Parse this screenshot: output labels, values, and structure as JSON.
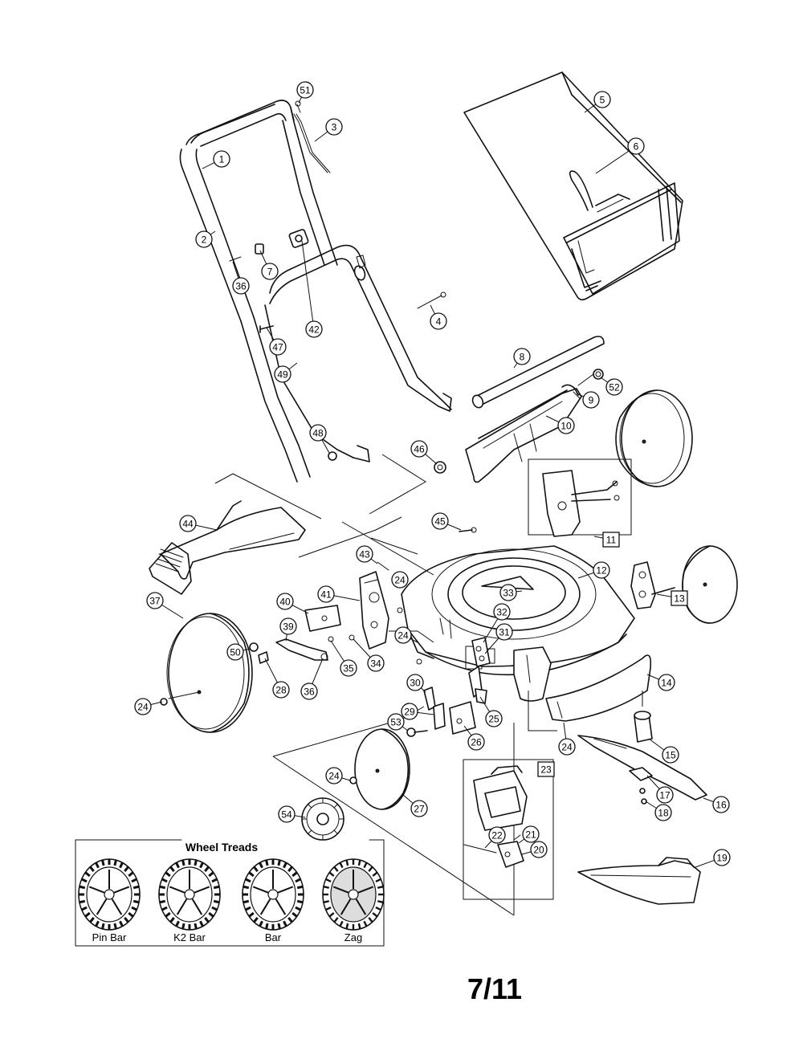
{
  "callouts": [
    {
      "id": "c51",
      "label": "51",
      "shape": "circle"
    },
    {
      "id": "c3",
      "label": "3",
      "shape": "circle"
    },
    {
      "id": "c1",
      "label": "1",
      "shape": "circle"
    },
    {
      "id": "c2",
      "label": "2",
      "shape": "circle"
    },
    {
      "id": "c7",
      "label": "7",
      "shape": "circle"
    },
    {
      "id": "c36a",
      "label": "36",
      "shape": "circle"
    },
    {
      "id": "c42",
      "label": "42",
      "shape": "circle"
    },
    {
      "id": "c47",
      "label": "47",
      "shape": "circle"
    },
    {
      "id": "c49",
      "label": "49",
      "shape": "circle"
    },
    {
      "id": "c4",
      "label": "4",
      "shape": "circle"
    },
    {
      "id": "c5",
      "label": "5",
      "shape": "circle"
    },
    {
      "id": "c6",
      "label": "6",
      "shape": "circle"
    },
    {
      "id": "c8",
      "label": "8",
      "shape": "circle"
    },
    {
      "id": "c52",
      "label": "52",
      "shape": "circle"
    },
    {
      "id": "c9",
      "label": "9",
      "shape": "circle"
    },
    {
      "id": "c10",
      "label": "10",
      "shape": "circle"
    },
    {
      "id": "c48",
      "label": "48",
      "shape": "circle"
    },
    {
      "id": "c46",
      "label": "46",
      "shape": "circle"
    },
    {
      "id": "c45",
      "label": "45",
      "shape": "circle"
    },
    {
      "id": "c11",
      "label": "11",
      "shape": "box"
    },
    {
      "id": "c44",
      "label": "44",
      "shape": "circle"
    },
    {
      "id": "c43",
      "label": "43",
      "shape": "circle"
    },
    {
      "id": "c24a",
      "label": "24",
      "shape": "circle"
    },
    {
      "id": "c12",
      "label": "12",
      "shape": "circle"
    },
    {
      "id": "c41",
      "label": "41",
      "shape": "circle"
    },
    {
      "id": "c33",
      "label": "33",
      "shape": "circle"
    },
    {
      "id": "c13",
      "label": "13",
      "shape": "box"
    },
    {
      "id": "c40",
      "label": "40",
      "shape": "circle"
    },
    {
      "id": "c24b",
      "label": "24",
      "shape": "circle"
    },
    {
      "id": "c32",
      "label": "32",
      "shape": "circle"
    },
    {
      "id": "c31",
      "label": "31",
      "shape": "circle"
    },
    {
      "id": "c37",
      "label": "37",
      "shape": "circle"
    },
    {
      "id": "c39",
      "label": "39",
      "shape": "circle"
    },
    {
      "id": "c50",
      "label": "50",
      "shape": "circle"
    },
    {
      "id": "c35",
      "label": "35",
      "shape": "circle"
    },
    {
      "id": "c34",
      "label": "34",
      "shape": "circle"
    },
    {
      "id": "c28",
      "label": "28",
      "shape": "circle"
    },
    {
      "id": "c36b",
      "label": "36",
      "shape": "circle"
    },
    {
      "id": "c14",
      "label": "14",
      "shape": "circle"
    },
    {
      "id": "c24c",
      "label": "24",
      "shape": "circle"
    },
    {
      "id": "c30",
      "label": "30",
      "shape": "circle"
    },
    {
      "id": "c29",
      "label": "29",
      "shape": "circle"
    },
    {
      "id": "c25",
      "label": "25",
      "shape": "circle"
    },
    {
      "id": "c53",
      "label": "53",
      "shape": "circle"
    },
    {
      "id": "c26",
      "label": "26",
      "shape": "circle"
    },
    {
      "id": "c24d",
      "label": "24",
      "shape": "circle"
    },
    {
      "id": "c15",
      "label": "15",
      "shape": "circle"
    },
    {
      "id": "c23",
      "label": "23",
      "shape": "box"
    },
    {
      "id": "c24e",
      "label": "24",
      "shape": "circle"
    },
    {
      "id": "c27",
      "label": "27",
      "shape": "circle"
    },
    {
      "id": "c54",
      "label": "54",
      "shape": "circle"
    },
    {
      "id": "c17",
      "label": "17",
      "shape": "circle"
    },
    {
      "id": "c16",
      "label": "16",
      "shape": "circle"
    },
    {
      "id": "c18",
      "label": "18",
      "shape": "circle"
    },
    {
      "id": "c22",
      "label": "22",
      "shape": "circle"
    },
    {
      "id": "c21",
      "label": "21",
      "shape": "circle"
    },
    {
      "id": "c20",
      "label": "20",
      "shape": "circle"
    },
    {
      "id": "c19",
      "label": "19",
      "shape": "circle"
    }
  ],
  "wheel_treads": {
    "title": "Wheel Treads",
    "types": [
      "Pin Bar",
      "K2 Bar",
      "Bar",
      "Zag"
    ]
  },
  "page_number": "7/11"
}
